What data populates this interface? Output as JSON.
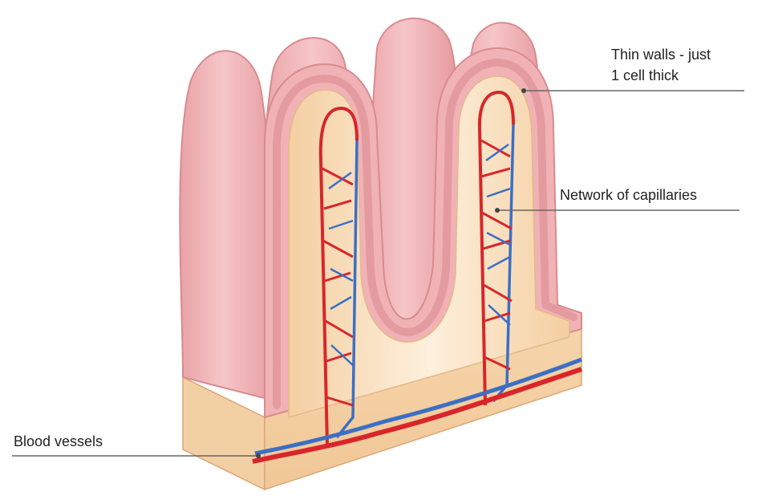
{
  "labels": {
    "thin_walls_line1": "Thin walls - just",
    "thin_walls_line2": "1 cell thick",
    "capillaries": "Network of capillaries",
    "blood_vessels": "Blood  vessels"
  },
  "colors": {
    "villus_outer": "#f1b6b8",
    "villus_edge": "#d98b8f",
    "villus_highlight": "#fbdada",
    "core": "#f7d8b0",
    "core_light": "#fdf0dc",
    "artery": "#d8262a",
    "vein": "#3b6fc4",
    "label_line": "#666666"
  }
}
